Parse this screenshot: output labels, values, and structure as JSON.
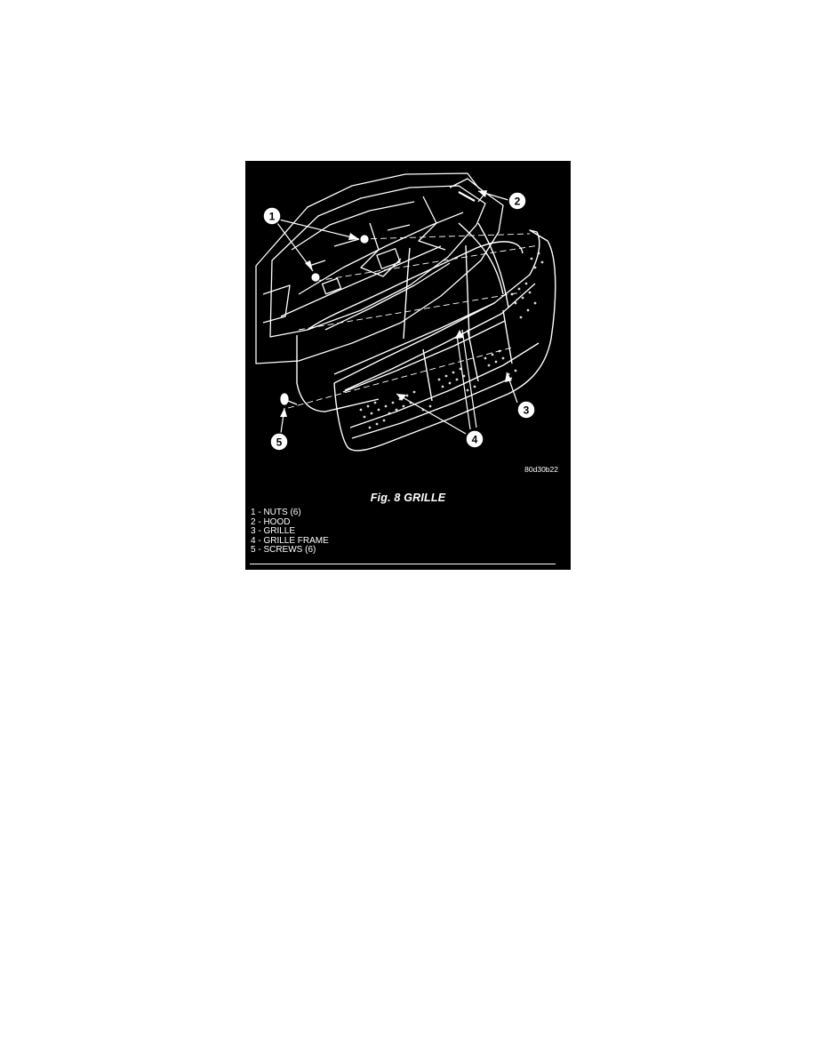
{
  "figure": {
    "code": "80d30b22",
    "title": "Fig. 8 GRILLE",
    "legend": [
      "1 - NUTS (6)",
      "2 - HOOD",
      "3 - GRILLE",
      "4 - GRILLE FRAME",
      "5 - SCREWS (6)"
    ],
    "callouts": [
      "1",
      "2",
      "3",
      "4",
      "5"
    ],
    "colors": {
      "background": "#000000",
      "line": "#ffffff"
    }
  }
}
